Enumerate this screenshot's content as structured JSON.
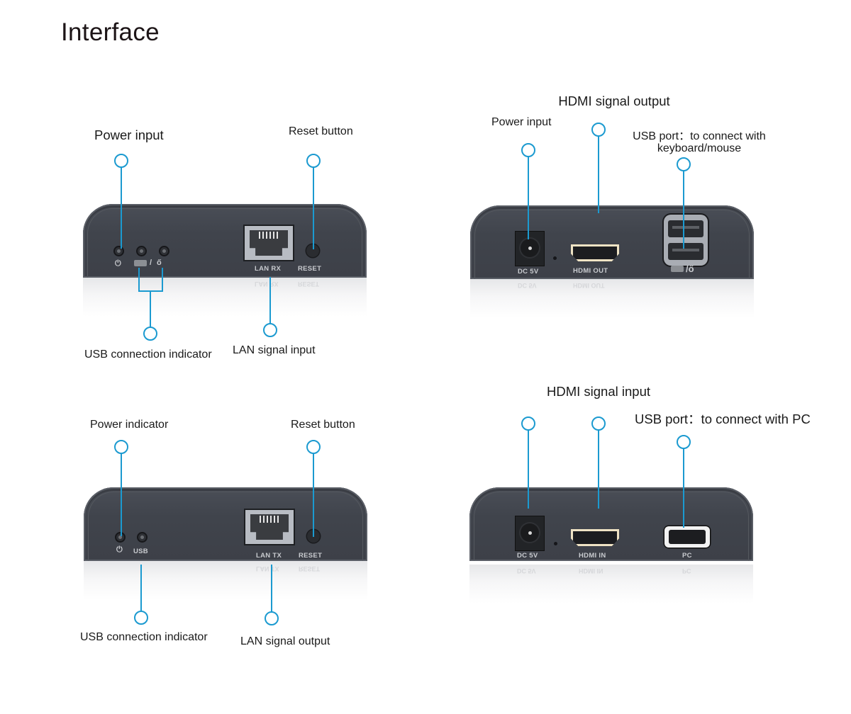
{
  "title": "Interface",
  "accent_color": "#1b9ad0",
  "panels": {
    "top_left": {
      "labels": {
        "power": "Power input",
        "reset": "Reset button",
        "usb_indicator": "USB connection indicator",
        "lan": "LAN signal  input"
      },
      "silkscreen": {
        "lan_port": "LAN RX",
        "reset": "RESET"
      },
      "icons": [
        "power-icon",
        "keyboard-icon",
        "mouse-icon"
      ]
    },
    "top_right": {
      "labels": {
        "hdmi": "HDMI signal output",
        "power": "Power input",
        "usb_line1": "USB port：to connect with",
        "usb_line2": "keyboard/mouse"
      },
      "silkscreen": {
        "dc": "DC 5V",
        "hdmi": "HDMI OUT"
      },
      "icons": [
        "keyboard-icon",
        "mouse-icon"
      ]
    },
    "bottom_left": {
      "labels": {
        "power": "Power indicator",
        "reset": "Reset button",
        "usb_indicator": "USB connection  indicator",
        "lan": "LAN signal output"
      },
      "silkscreen": {
        "usb": "USB",
        "lan_port": "LAN TX",
        "reset": "RESET"
      },
      "icons": [
        "power-icon"
      ]
    },
    "bottom_right": {
      "labels": {
        "hdmi": "HDMI signal input",
        "usb": "USB port：to connect with PC"
      },
      "silkscreen": {
        "dc": "DC 5V",
        "hdmi": "HDMI IN",
        "pc": "PC"
      }
    }
  }
}
